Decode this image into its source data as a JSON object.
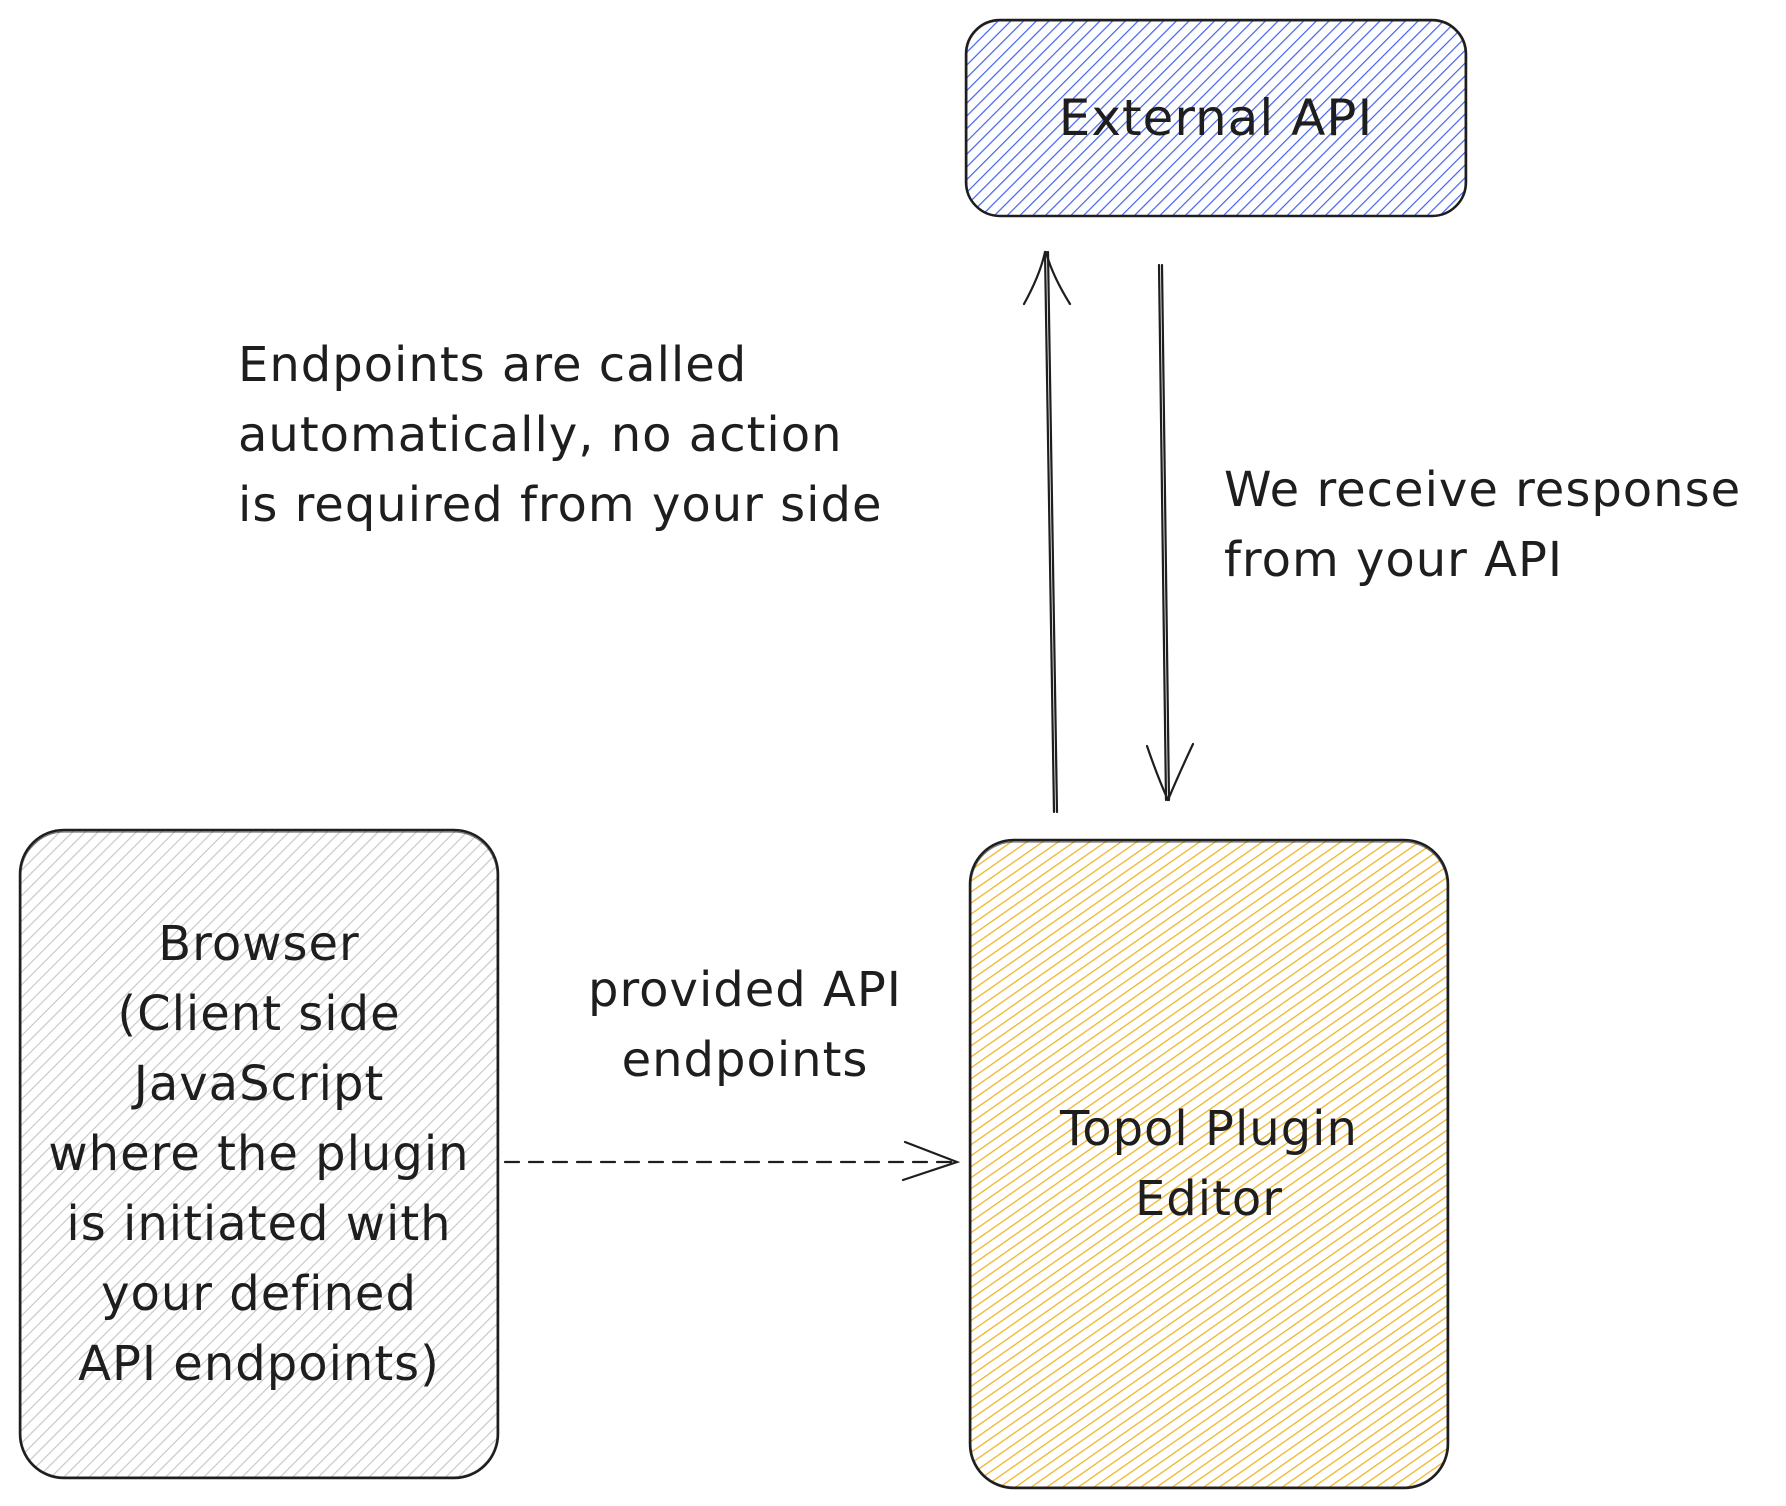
{
  "nodes": {
    "external_api": {
      "label": "External API",
      "fill": "#4263eb"
    },
    "browser": {
      "lines": [
        "Browser",
        "(Client side",
        "JavaScript",
        "where the plugin",
        "is initiated with",
        "your defined",
        "API endpoints)"
      ],
      "fill": "#c9c9c9"
    },
    "topol_editor": {
      "lines": [
        "Topol Plugin",
        "Editor"
      ],
      "fill": "#f0b429"
    }
  },
  "notes": {
    "endpoints_called": [
      "Endpoints are called",
      "automatically, no action",
      "is required from your side"
    ],
    "response": [
      "We receive response",
      "from your API"
    ],
    "provided_endpoints": [
      "provided API",
      "endpoints"
    ]
  },
  "colors": {
    "stroke": "#1e1e1e",
    "background": "#ffffff"
  }
}
